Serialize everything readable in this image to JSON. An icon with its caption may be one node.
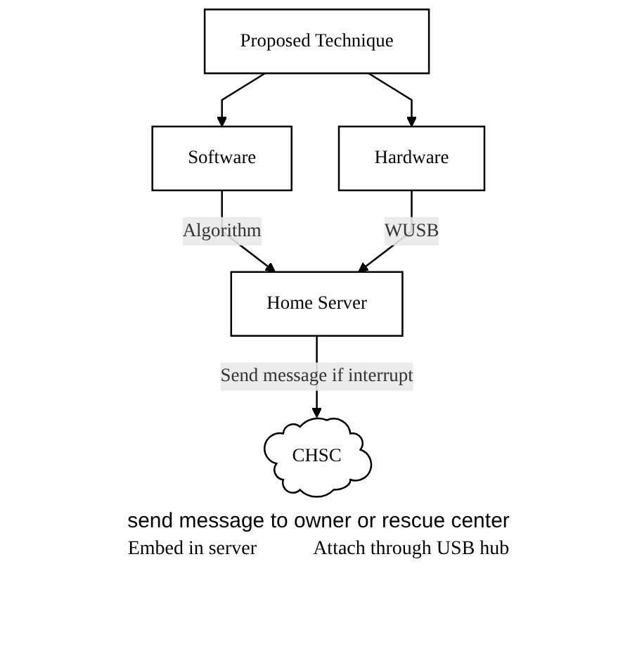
{
  "diagram": {
    "nodes": [
      {
        "text": [
          "Proposed Technique"
        ]
      },
      {
        "text": [
          "Software"
        ]
      },
      {
        "text": [
          "Hardware"
        ]
      },
      {
        "text": [
          "Home Server"
        ]
      },
      {
        "text": [
          "CHSC"
        ],
        "beside": [
          "send message to owner or rescue center"
        ]
      }
    ],
    "edges": [
      {
        "from": 0,
        "to": 1,
        "arrow": "to"
      },
      {
        "from": 0,
        "to": 2,
        "arrow": "to"
      },
      {
        "from": 1,
        "to": 3,
        "arrow": "to",
        "label": "Algorithm"
      },
      {
        "from": 2,
        "to": 3,
        "arrow": "to",
        "label": "WUSB"
      },
      {
        "from": 3,
        "to": 4,
        "arrow": "to",
        "label": "Send message if interrupt"
      }
    ],
    "labels": [
      "Embed in server",
      "Attach through USB hub"
    ]
  }
}
